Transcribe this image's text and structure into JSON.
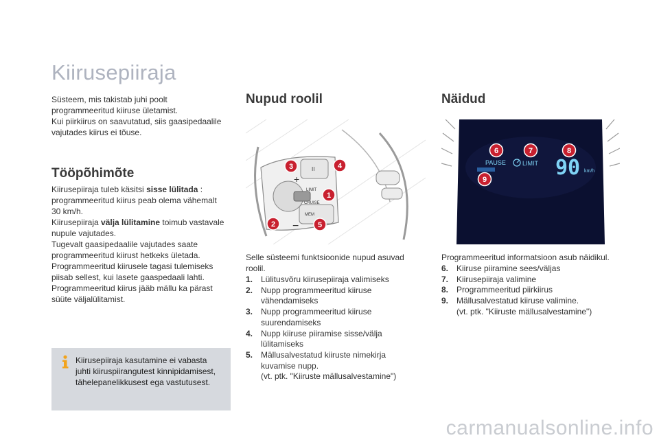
{
  "page_title": "Kiirusepiiraja",
  "intro": [
    "Süsteem, mis takistab juhi poolt",
    "programmeeritud kiiruse ületamist.",
    "Kui piirkiirus on saavutatud, siis gaasipedaalile",
    "vajutades kiirus ei tõuse."
  ],
  "principle": {
    "title": "Tööpõhimõte",
    "line1_pre": "Kiirusepiiraja tuleb käsitsi ",
    "line1_bold": "sisse lülitada",
    "line1_post": " :",
    "line2": "programmeeritud kiirus peab olema vähemalt",
    "line3": "30 km/h.",
    "line4_pre": "Kiirusepiiraja ",
    "line4_bold": "välja lülitamine",
    "line4_post": " toimub vastavale",
    "line5": "nupule vajutades.",
    "line6": "Tugevalt gaasipedaalile vajutades saate",
    "line7": "programmeeritud kiirust hetkeks ületada.",
    "line8": "Programmeeritud kiirusele tagasi tulemiseks",
    "line9": "piisab sellest, kui lasete gaaspedaali lahti.",
    "line10": "Programmeeritud kiirus jääb mällu ka pärast",
    "line11": "süüte väljalülitamist."
  },
  "info": [
    "Kiirusepiiraja kasutamine ei vabasta",
    "juhti kiiruspiirangutest kinnipidamisest,",
    "tähelepanelikkusest ega vastutusest."
  ],
  "buttons": {
    "title": "Nupud roolil",
    "intro": [
      "Selle süsteemi funktsioonide nupud asuvad",
      "roolil."
    ],
    "items": [
      {
        "num": "1.",
        "lines": [
          "Lülitusvõru kiirusepiiraja valimiseks"
        ]
      },
      {
        "num": "2.",
        "lines": [
          "Nupp programmeeritud kiiruse",
          "vähendamiseks"
        ]
      },
      {
        "num": "3.",
        "lines": [
          "Nupp programmeeritud kiiruse",
          "suurendamiseks"
        ]
      },
      {
        "num": "4.",
        "lines": [
          "Nupp kiiruse piiramise sisse/välja",
          "lülitamiseks"
        ]
      },
      {
        "num": "5.",
        "lines": [
          "Mällusalvestatud kiiruste nimekirja",
          "kuvamise nupp.",
          "(vt. ptk. \"Kiiruste mällusalvestamine\")"
        ]
      }
    ],
    "image": {
      "callouts": [
        "1",
        "2",
        "3",
        "4",
        "5"
      ],
      "labels": {
        "limit": "LIMIT",
        "cruise": "CRUISE",
        "mem": "MEM",
        "plus": "+",
        "minus": "−",
        "pause": "II"
      },
      "callout_color": "#c8202f"
    }
  },
  "displays": {
    "title": "Näidud",
    "intro": "Programmeeritud informatsioon asub näidikul.",
    "items": [
      {
        "num": "6.",
        "lines": [
          "Kiiruse piiramine sees/väljas"
        ]
      },
      {
        "num": "7.",
        "lines": [
          "Kiirusepiiraja valimine"
        ]
      },
      {
        "num": "8.",
        "lines": [
          "Programmeeritud piirkiirus"
        ]
      },
      {
        "num": "9.",
        "lines": [
          "Mällusalvestatud kiiruse valimine.",
          "(vt. ptk. \"Kiiruste mällusalvestamine\")"
        ]
      }
    ],
    "image": {
      "callouts": [
        "6",
        "7",
        "8",
        "9"
      ],
      "pause_label": "PAUSE",
      "limit_label": "LIMIT",
      "speed_value": "90",
      "speed_unit": "km/h",
      "screen_color": "#0b1030",
      "digit_color": "#7fd3f5"
    }
  },
  "watermark": "carmanualsonline.info"
}
